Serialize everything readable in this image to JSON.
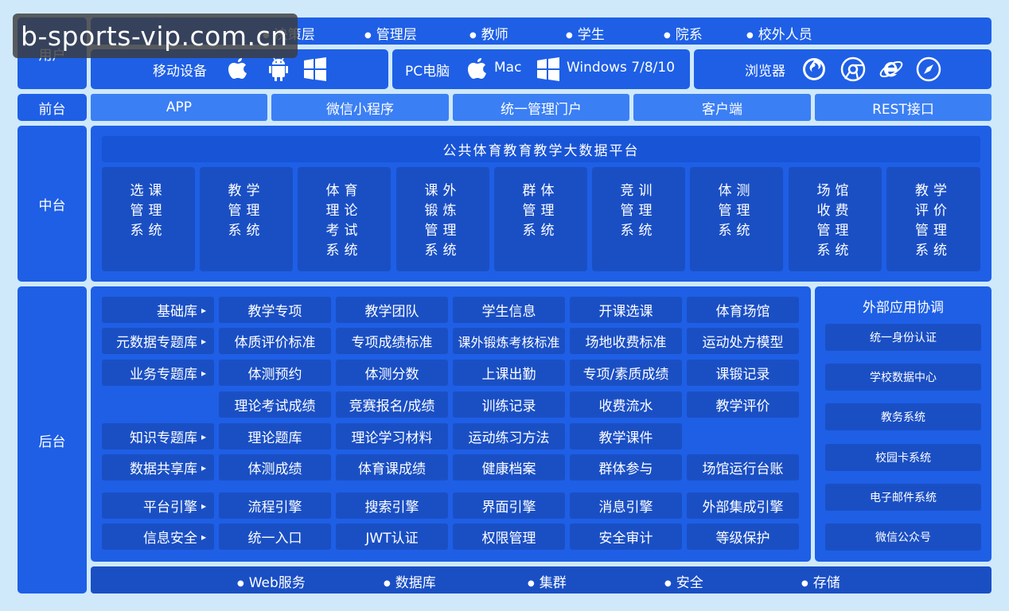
{
  "watermark": "b-sports-vip.com.cn",
  "side": {
    "user": "用户",
    "front": "前台",
    "middle": "中台",
    "back": "后台"
  },
  "user_roles": [
    "决策层",
    "管理层",
    "教师",
    "学生",
    "院系",
    "校外人员"
  ],
  "devices": {
    "mobile_label": "移动设备",
    "pc_label": "PC电脑",
    "mac_label": "Mac",
    "windows_label": "Windows 7/8/10",
    "browser_label": "浏览器"
  },
  "front_items": [
    "APP",
    "微信小程序",
    "统一管理门户",
    "客户端",
    "REST接口"
  ],
  "platform_title": "公共体育教育教学大数据平台",
  "systems": [
    [
      "选课",
      "管理",
      "系统"
    ],
    [
      "教学",
      "管理",
      "系统"
    ],
    [
      "体育",
      "理论",
      "考试",
      "系统"
    ],
    [
      "课外",
      "锻炼",
      "管理",
      "系统"
    ],
    [
      "群体",
      "管理",
      "系统"
    ],
    [
      "竞训",
      "管理",
      "系统"
    ],
    [
      "体测",
      "管理",
      "系统"
    ],
    [
      "场馆",
      "收费",
      "管理",
      "系统"
    ],
    [
      "教学",
      "评价",
      "管理",
      "系统"
    ]
  ],
  "libraries": [
    {
      "head": "基础库",
      "items": [
        "教学专项",
        "教学团队",
        "学生信息",
        "开课选课",
        "体育场馆"
      ]
    },
    {
      "head": "元数据专题库",
      "items": [
        "体质评价标准",
        "专项成绩标准",
        "课外锻炼考核标准",
        "场地收费标准",
        "运动处方模型"
      ]
    },
    {
      "head": "业务专题库",
      "items": [
        "体测预约",
        "体测分数",
        "上课出勤",
        "专项/素质成绩",
        "课锻记录"
      ]
    },
    {
      "head": "",
      "items": [
        "理论考试成绩",
        "竞赛报名/成绩",
        "训练记录",
        "收费流水",
        "教学评价"
      ]
    },
    {
      "head": "知识专题库",
      "items": [
        "理论题库",
        "理论学习材料",
        "运动练习方法",
        "教学课件",
        ""
      ]
    },
    {
      "head": "数据共享库",
      "items": [
        "体测成绩",
        "体育课成绩",
        "健康档案",
        "群体参与",
        "场馆运行台账"
      ]
    },
    {
      "head": "平台引擎",
      "items": [
        "流程引擎",
        "搜索引擎",
        "界面引擎",
        "消息引擎",
        "外部集成引擎"
      ]
    },
    {
      "head": "信息安全",
      "items": [
        "统一入口",
        "JWT认证",
        "权限管理",
        "安全审计",
        "等级保护"
      ]
    }
  ],
  "external": {
    "title": "外部应用协调",
    "items": [
      "统一身份认证",
      "学校数据中心",
      "教务系统",
      "校园卡系统",
      "电子邮件系统",
      "微信公众号"
    ]
  },
  "infra": [
    "Web服务",
    "数据库",
    "集群",
    "安全",
    "存储"
  ],
  "colors": {
    "background": "#cfe9fb",
    "panel": "#1e5fe6",
    "cell_dark": "#1a4fc4",
    "cell_light": "#3b7ff5"
  }
}
